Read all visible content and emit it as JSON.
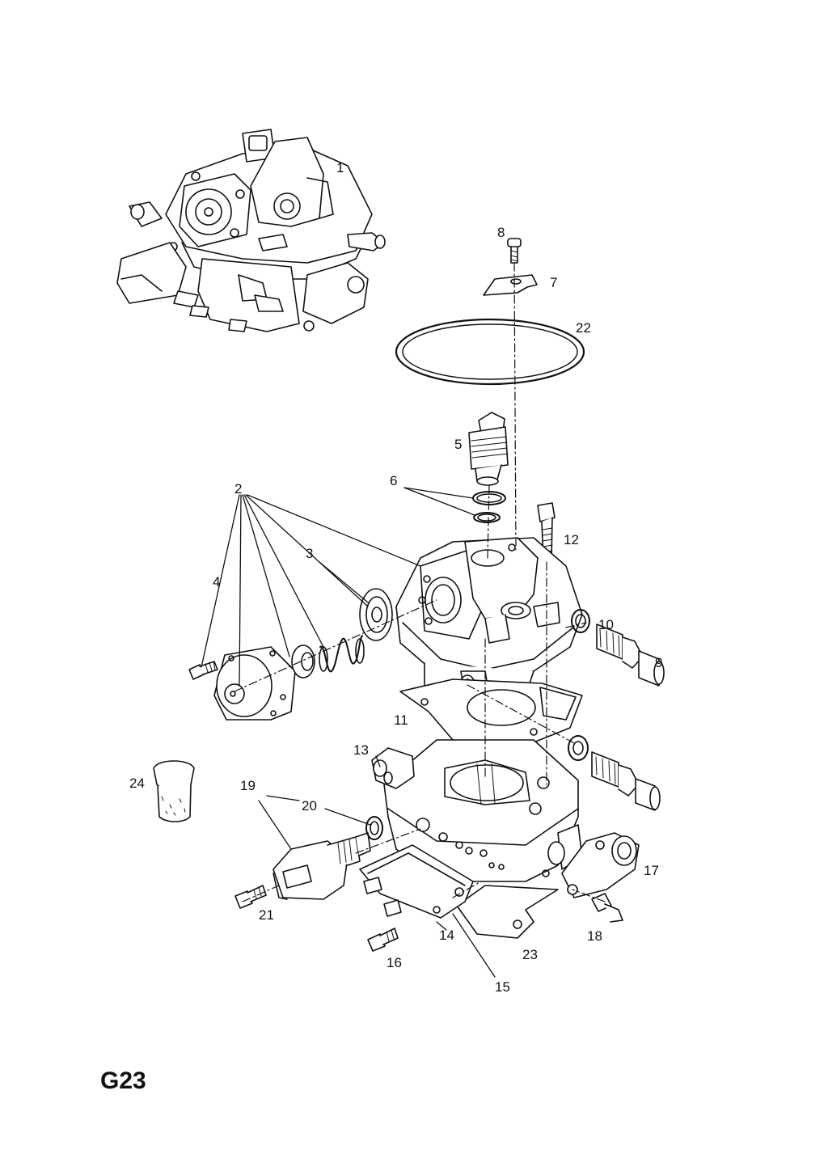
{
  "diagram_code": "G23",
  "part_numbers": {
    "p1": "1",
    "p2": "2",
    "p3": "3",
    "p4": "4",
    "p5": "5",
    "p6": "6",
    "p7": "7",
    "p8": "8",
    "p9": "9",
    "p10": "10",
    "p11": "11",
    "p12": "12",
    "p13": "13",
    "p14": "14",
    "p15": "15",
    "p16": "16",
    "p17": "17",
    "p18": "18",
    "p19": "19",
    "p20": "20",
    "p21": "21",
    "p22": "22",
    "p23": "23",
    "p24": "24"
  }
}
